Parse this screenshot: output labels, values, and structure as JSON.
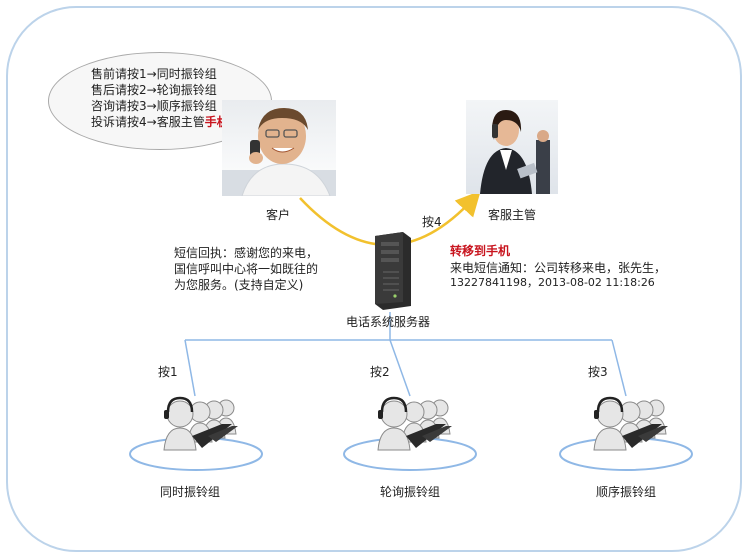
{
  "bubble": {
    "lines": [
      "售前请按1→同时振铃组",
      "售后请按2→轮询振铃组",
      "咨询请按3→顺序振铃组"
    ],
    "line4_prefix": "投诉请按4→客服主管",
    "line4_highlight": "手机"
  },
  "customer": {
    "label": "客户"
  },
  "manager": {
    "label": "客服主管"
  },
  "press4": "按4",
  "transfer": {
    "title": "转移到手机",
    "sms_line1": "来电短信通知：公司转移来电，张先生，",
    "sms_line2": "13227841198，2013-08-02 11:18:26"
  },
  "sms_reply": {
    "line1": "短信回执：感谢您的来电，",
    "line2": "国信呼叫中心将一如既往的",
    "line3": "为您服务。(支持自定义)"
  },
  "server": {
    "label": "电话系统服务器"
  },
  "groups": [
    {
      "key": "按1",
      "name": "同时振铃组"
    },
    {
      "key": "按2",
      "name": "轮询振铃组"
    },
    {
      "key": "按3",
      "name": "顺序振铃组"
    }
  ],
  "colors": {
    "frame": "#bcd3ea",
    "connector": "#8fb8e6",
    "arrow": "#f2c12e",
    "highlight": "#c8141e",
    "ring": "#8fb8e6"
  }
}
